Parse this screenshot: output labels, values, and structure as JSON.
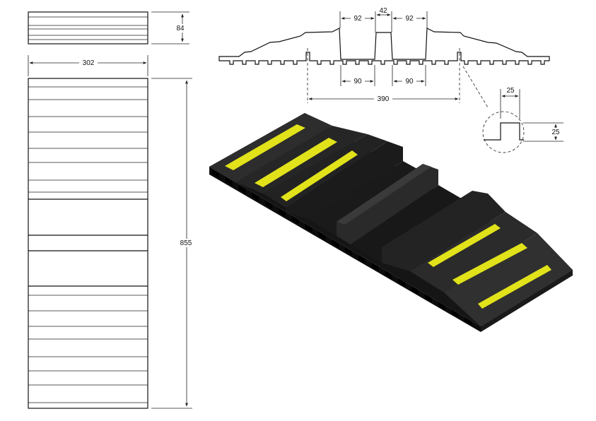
{
  "dimensions": {
    "height": "84",
    "width": "302",
    "length": "855",
    "channel_top_left": "92",
    "channel_mid": "42",
    "channel_top_right": "92",
    "channel_bottom_left": "90",
    "channel_bottom_right": "90",
    "overall_span": "390",
    "groove_width": "25",
    "groove_depth": "25"
  },
  "colors": {
    "rubber": "#232323",
    "rubber_top": "#2e2e2e",
    "rubber_side": "#151515",
    "stripe": "#e1e21a",
    "line": "#222222"
  },
  "icons": [
    "dimension-arrow-icon"
  ]
}
